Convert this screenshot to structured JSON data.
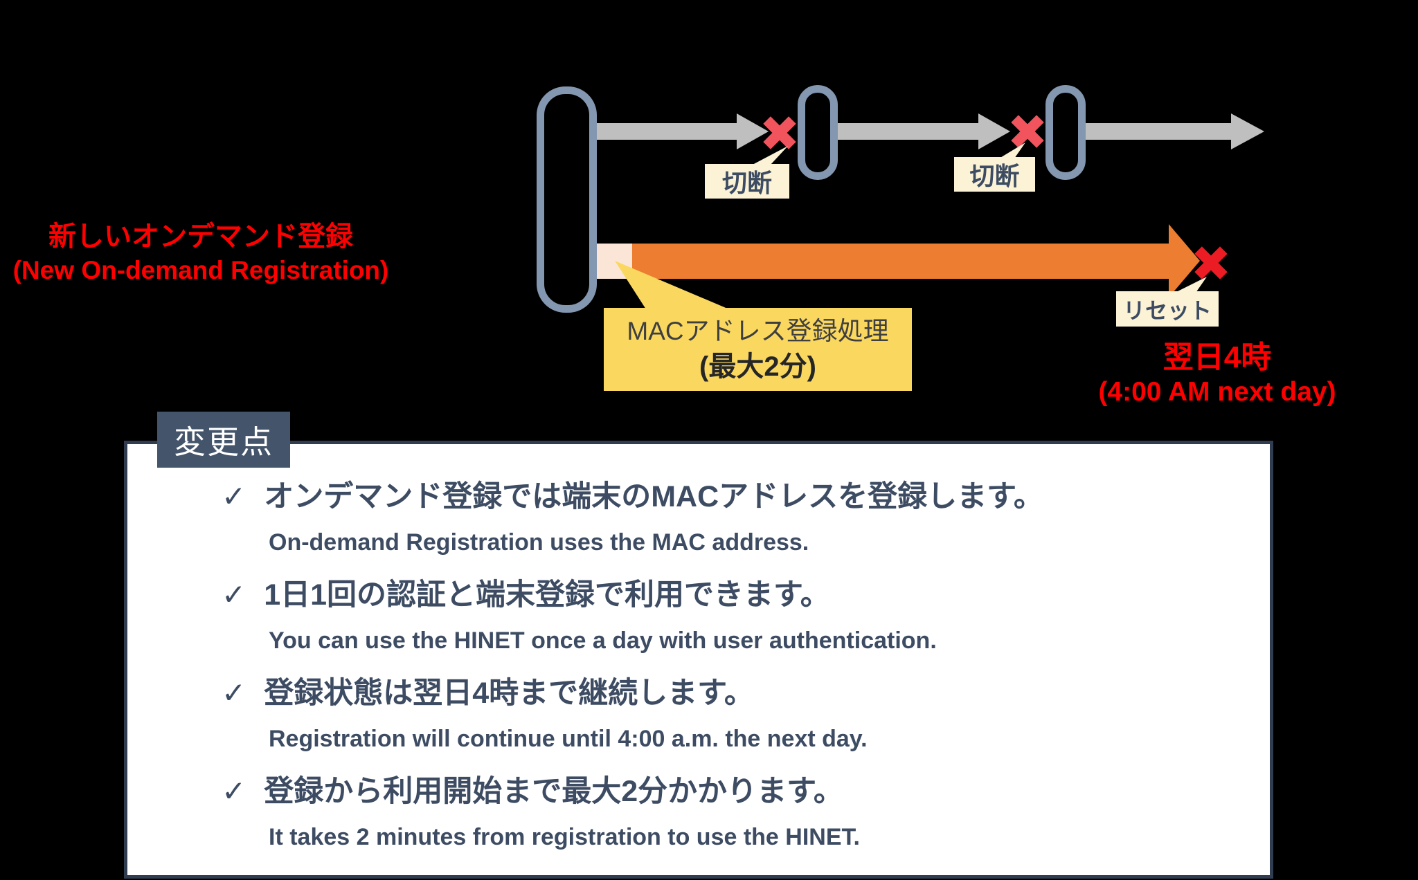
{
  "diagram": {
    "left_title_jp": "新しいオンデマンド登録",
    "left_title_en": "(New On-demand Registration)",
    "disconnect_labels": [
      "切断",
      "切断"
    ],
    "reset_label": "リセット",
    "mac_callout_line1": "MACアドレス登録処理",
    "mac_callout_line2": "(最大2分)",
    "right_time_jp": "翌日4時",
    "right_time_en": "(4:00 AM next day)"
  },
  "changes_panel": {
    "header": "変更点",
    "check_glyph": "✓",
    "items": [
      {
        "jp": "オンデマンド登録では端末のMACアドレスを登録します。",
        "en": "On-demand Registration uses the MAC address."
      },
      {
        "jp": "1日1回の認証と端末登録で利用できます。",
        "en": "You can use the HINET once a day with user authentication."
      },
      {
        "jp": "登録状態は翌日4時まで継続します。",
        "en": "Registration will continue until 4:00 a.m. the next day."
      },
      {
        "jp": "登録から利用開始まで最大2分かかります。",
        "en": "It takes 2 minutes from registration to use the HINET."
      }
    ]
  },
  "colors": {
    "background": "#000000",
    "pill_border": "#8497B0",
    "gray_arrow": "#BFBFBF",
    "soft_red_x": "#F2545E",
    "bright_red_x": "#EC1C24",
    "orange_arrow": "#ED7D31",
    "peach_segment": "#FBE5D6",
    "gold_callout": "#FAD860",
    "cream_label": "#FCF3D6",
    "navy_text": "#3D4C63",
    "header_bg": "#44546A",
    "panel_border": "#303C50",
    "red_text": "#FF0000"
  }
}
